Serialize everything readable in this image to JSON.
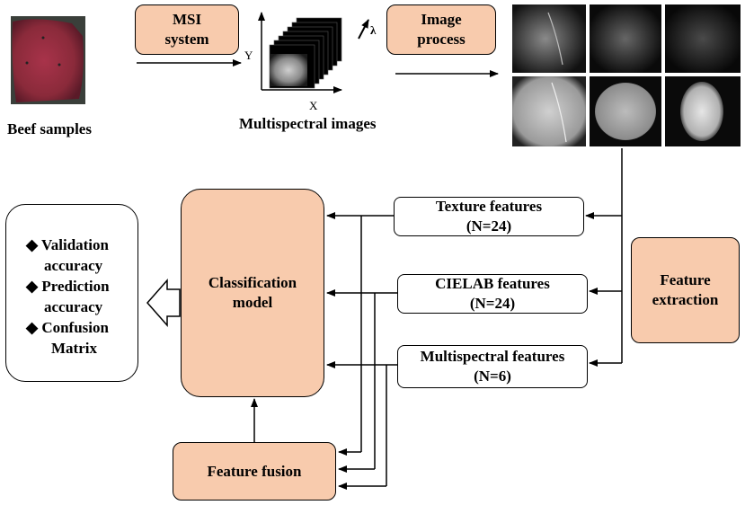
{
  "labels": {
    "beef_samples": "Beef samples",
    "msi_system_line1": "MSI",
    "msi_system_line2": "system",
    "multispectral_images": "Multispectral images",
    "axis_y": "Y",
    "axis_x": "X",
    "axis_lambda": "λ",
    "image_process_line1": "Image",
    "image_process_line2": "process",
    "feature_extraction_line1": "Feature",
    "feature_extraction_line2": "extraction",
    "classification_line1": "Classification",
    "classification_line2": "model",
    "feature_fusion": "Feature fusion"
  },
  "features": [
    {
      "name": "Texture features",
      "count": "(N=24)"
    },
    {
      "name": "CIELAB features",
      "count": "(N=24)"
    },
    {
      "name": "Multispectral features",
      "count": "(N=6)"
    }
  ],
  "results": [
    {
      "bullet": "◆",
      "line1": "Validation",
      "line2": "accuracy"
    },
    {
      "bullet": "◆",
      "line1": "Prediction",
      "line2": "accuracy"
    },
    {
      "bullet": "◆",
      "line1": "Confusion",
      "line2": "Matrix"
    }
  ],
  "colors": {
    "process_box": "#f8cbad",
    "beef": "#8a2a3a"
  }
}
